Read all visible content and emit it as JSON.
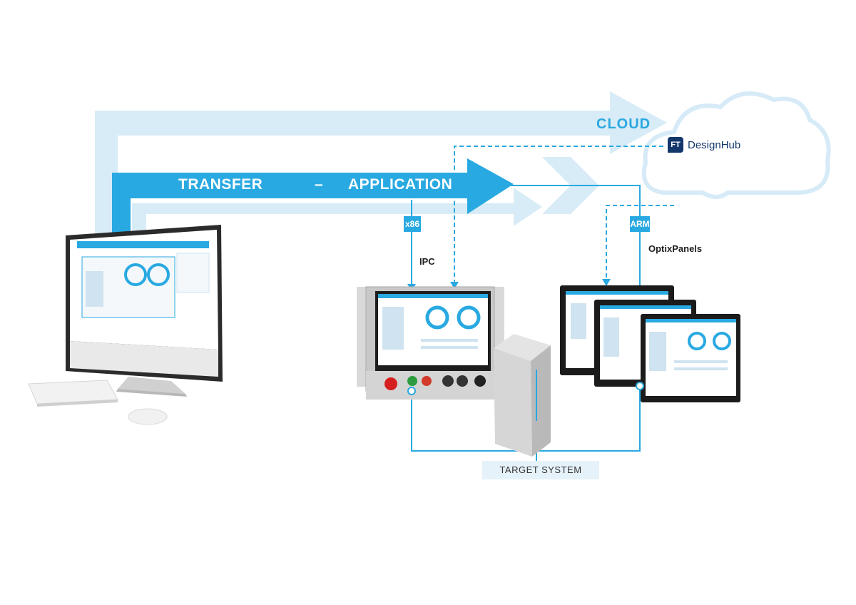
{
  "labels": {
    "transfer": "TRANSFER",
    "dash": "–",
    "application": "APPLICATION",
    "cloud": "CLOUD",
    "x86": "x86",
    "arm": "ARM",
    "ipc": "IPC",
    "optixpanels": "OptixPanels",
    "target_system": "TARGET SYSTEM"
  },
  "logo": {
    "mark": "FT",
    "text": "DesignHub"
  },
  "colors": {
    "accent": "#29a9e1",
    "light_accent": "#d8ecf7",
    "logo_navy": "#13376b"
  }
}
